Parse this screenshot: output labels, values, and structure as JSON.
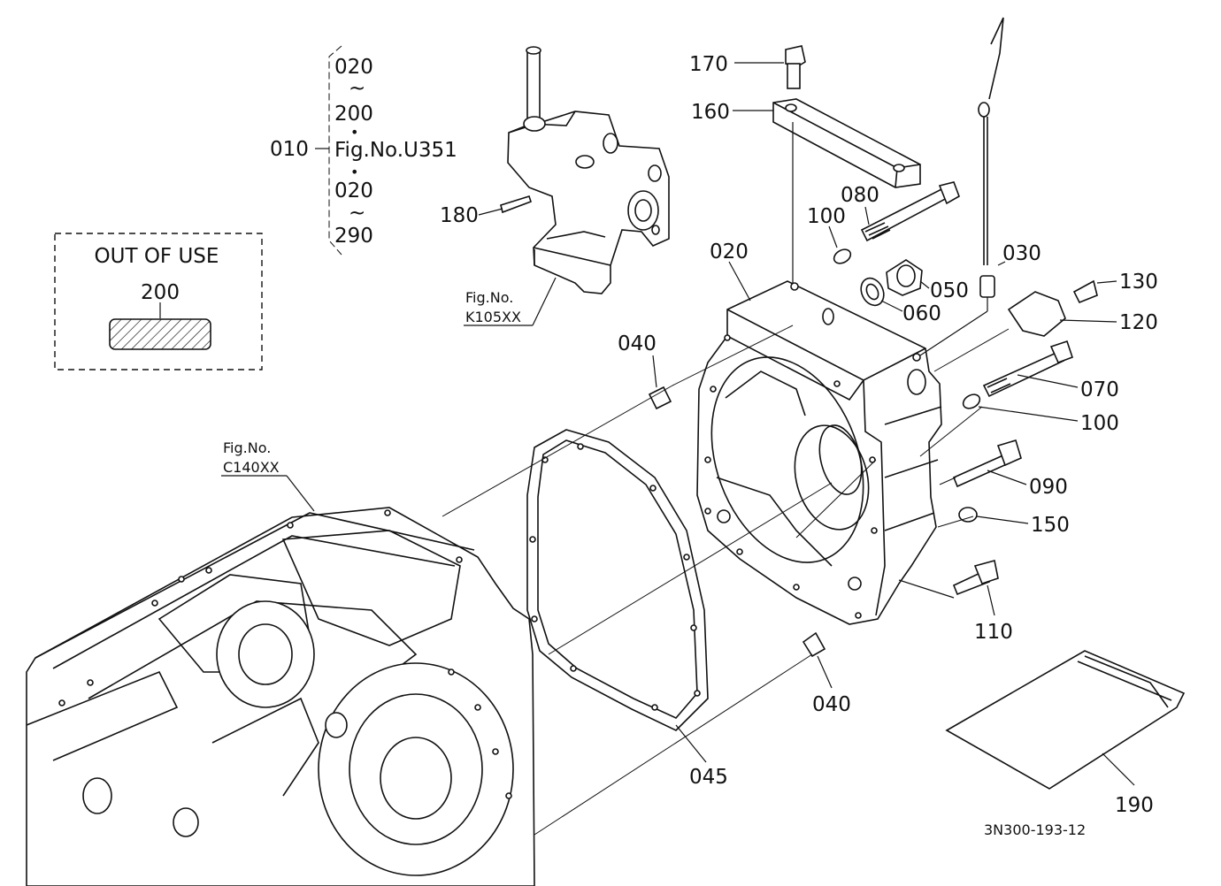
{
  "labels": {
    "p170": "170",
    "p160": "160",
    "p080": "080",
    "p100a": "100",
    "p020": "020",
    "p030": "030",
    "p130": "130",
    "p050": "050",
    "p060": "060",
    "p120": "120",
    "p070": "070",
    "p100b": "100",
    "p090": "090",
    "p150": "150",
    "p110": "110",
    "p040a": "040",
    "p040b": "040",
    "p045": "045",
    "p190": "190",
    "p180": "180",
    "p010": "010"
  },
  "bracket": {
    "line1": "020",
    "tilde1": "~",
    "line2": "200",
    "dot1": "•",
    "fig": "Fig.No.U351",
    "dot2": "•",
    "line3": "020",
    "tilde2": "~",
    "line4": "290"
  },
  "out_of_use": {
    "title": "OUT OF USE",
    "number": "200"
  },
  "refs": {
    "k105_fig": "Fig.No.",
    "k105_code": "K105XX",
    "c140_fig": "Fig.No.",
    "c140_code": "C140XX"
  },
  "drawing_code": "3N300-193-12"
}
